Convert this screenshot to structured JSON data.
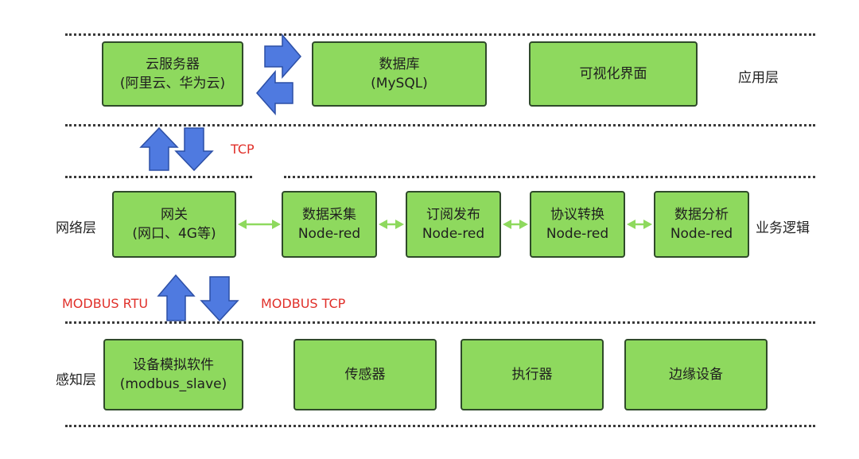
{
  "colors": {
    "box_fill": "#8ed95e",
    "box_border": "#2f4a2a",
    "arrow_blue": "#4f7ae0",
    "link_green": "#8ed95e",
    "protocol_red": "#e0302a"
  },
  "layers": {
    "application": "应用层",
    "network": "网络层",
    "perception": "感知层",
    "business": "业务逻辑"
  },
  "boxes": {
    "cloud": {
      "line1": "云服务器",
      "line2": "(阿里云、华为云)"
    },
    "database": {
      "line1": "数据库",
      "line2": "(MySQL)"
    },
    "visual": {
      "line1": "可视化界面"
    },
    "gateway": {
      "line1": "网关",
      "line2": "(网口、4G等)"
    },
    "collect": {
      "line1": "数据采集",
      "line2": "Node-red"
    },
    "pubsub": {
      "line1": "订阅发布",
      "line2": "Node-red"
    },
    "protocol": {
      "line1": "协议转换",
      "line2": "Node-red"
    },
    "analysis": {
      "line1": "数据分析",
      "line2": "Node-red"
    },
    "simulator": {
      "line1": "设备模拟软件",
      "line2": "(modbus_slave)"
    },
    "sensor": {
      "line1": "传感器"
    },
    "actuator": {
      "line1": "执行器"
    },
    "edge": {
      "line1": "边缘设备"
    }
  },
  "protocols": {
    "tcp": "TCP",
    "modbus_rtu": "MODBUS RTU",
    "modbus_tcp": "MODBUS TCP"
  }
}
